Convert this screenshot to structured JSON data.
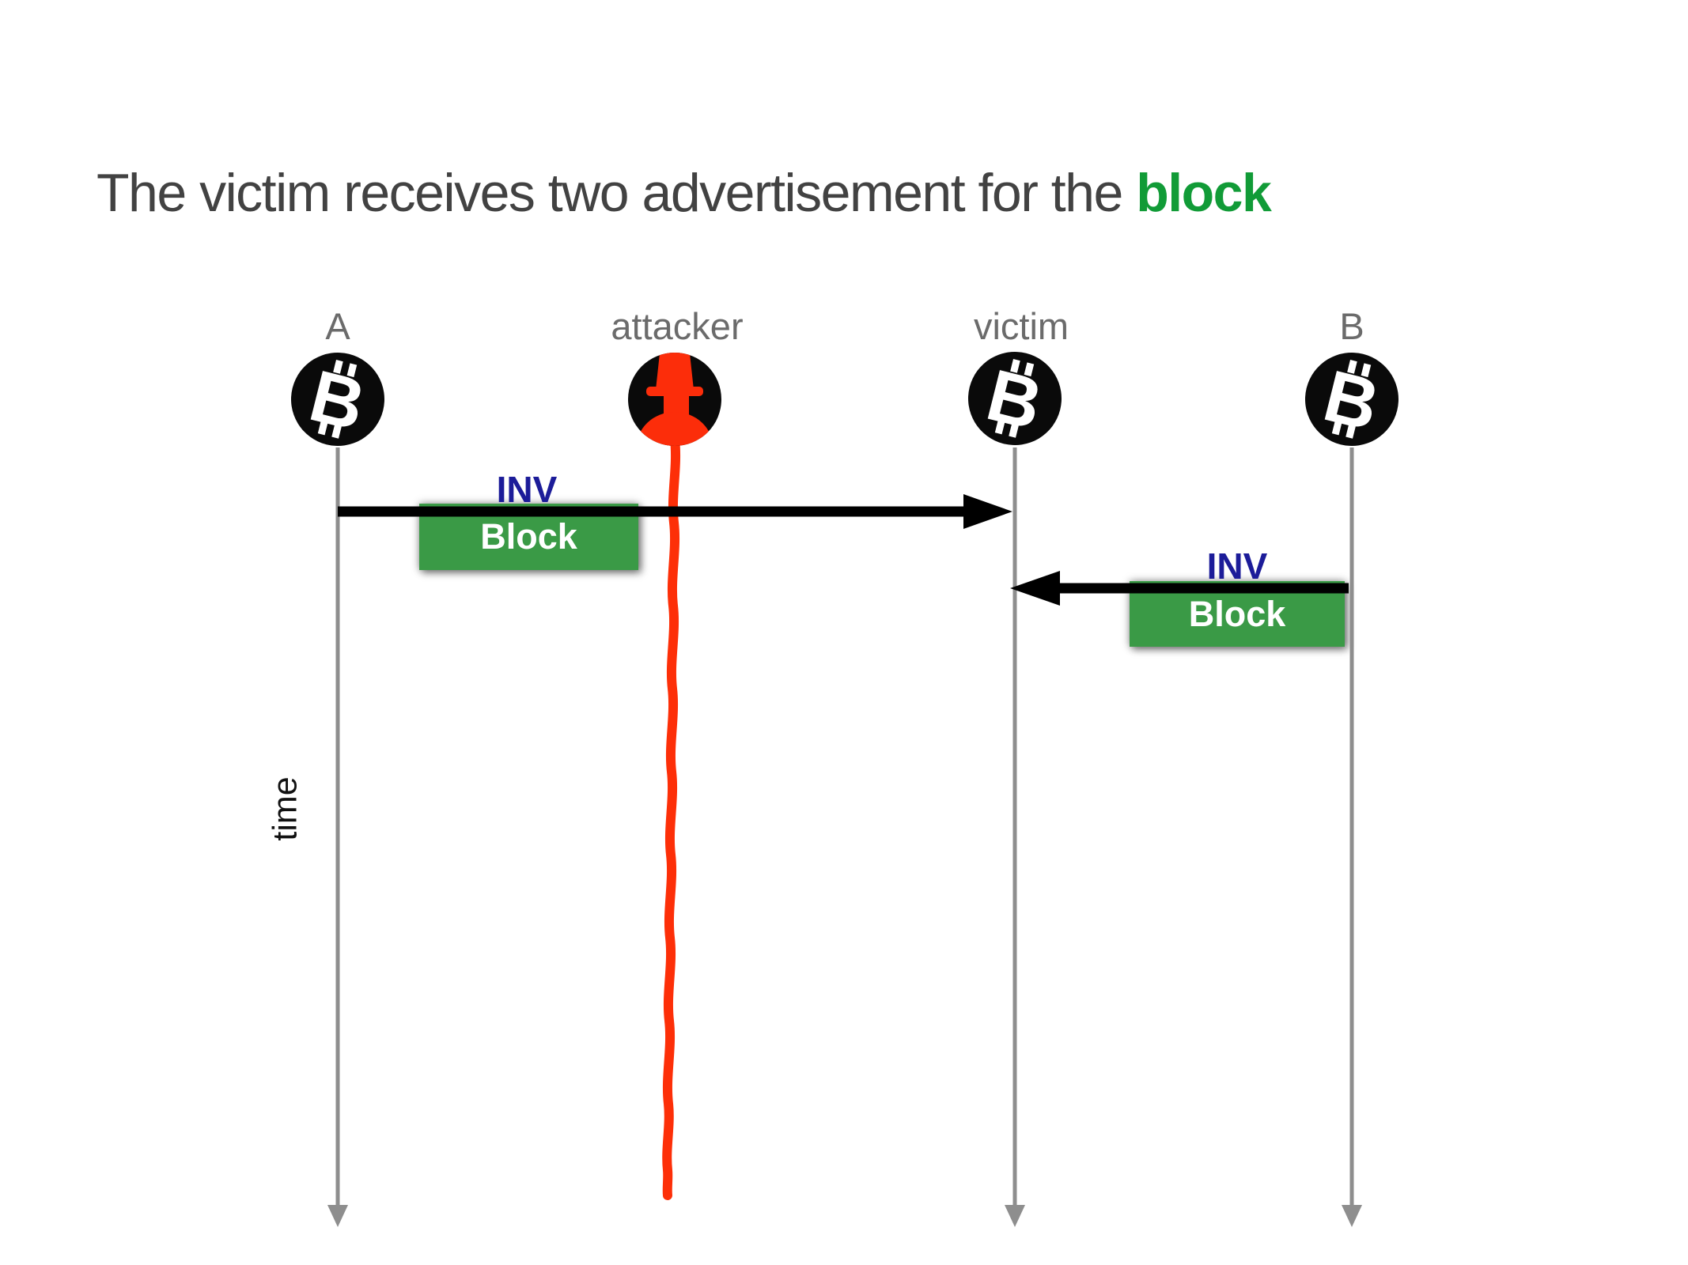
{
  "title": {
    "prefix": "The victim receives two advertisement for the ",
    "highlight": "block"
  },
  "time_axis_label": "time",
  "actors": [
    {
      "id": "A",
      "label": "A",
      "icon": "bitcoin-icon"
    },
    {
      "id": "attacker",
      "label": "attacker",
      "icon": "spy-icon"
    },
    {
      "id": "victim",
      "label": "victim",
      "icon": "bitcoin-icon"
    },
    {
      "id": "B",
      "label": "B",
      "icon": "bitcoin-icon"
    }
  ],
  "messages": [
    {
      "from": "A",
      "to": "victim",
      "direction": "right",
      "protocol_label": "INV",
      "payload_label": "Block"
    },
    {
      "from": "B",
      "to": "victim",
      "direction": "left",
      "protocol_label": "INV",
      "payload_label": "Block"
    }
  ],
  "icons": {
    "bitcoin_glyph": "B"
  },
  "colors": {
    "title_text": "#424242",
    "title_highlight_green": "#119b37",
    "actor_label_gray": "#6b6b6b",
    "lifeline_gray": "#8e8e8e",
    "attacker_red": "#fd2f08",
    "message_black": "#000000",
    "inv_blue": "#1c1c99",
    "block_green_bg": "#3a9a46",
    "block_text_white": "#ffffff",
    "icon_bg_black": "#0a0a0a"
  }
}
